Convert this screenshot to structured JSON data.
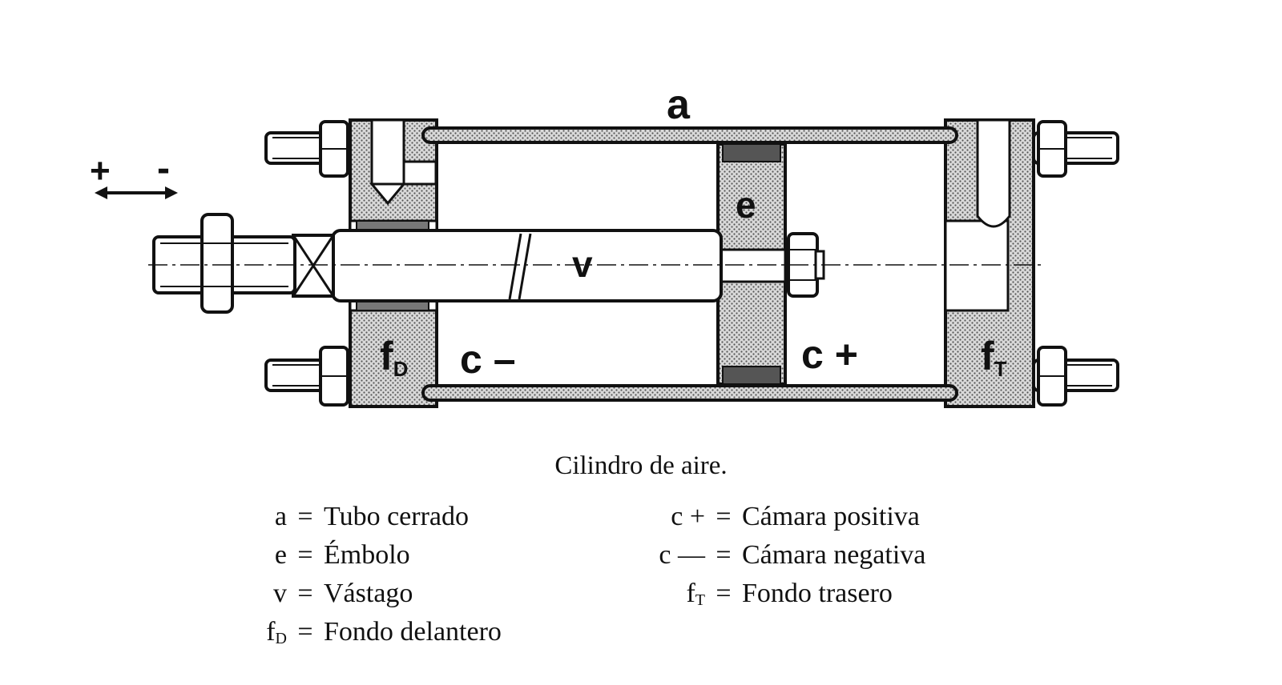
{
  "diagram": {
    "labels": {
      "a": "a",
      "e": "e",
      "v": "v",
      "c_minus": "c –",
      "c_plus": "c +",
      "f_d_base": "f",
      "f_d_sub": "D",
      "f_t_base": "f",
      "f_t_sub": "T",
      "direction_plus": "+",
      "direction_minus": "-"
    },
    "colors": {
      "ink": "#111111",
      "hatch_fill": "#cfcfcf",
      "background": "#ffffff"
    }
  },
  "caption": "Cilindro de aire.",
  "legend": {
    "left": [
      {
        "symbol": "a",
        "sub": "",
        "eq": "=",
        "text": "Tubo cerrado"
      },
      {
        "symbol": "e",
        "sub": "",
        "eq": "=",
        "text": "Émbolo"
      },
      {
        "symbol": "v",
        "sub": "",
        "eq": "=",
        "text": "Vástago"
      },
      {
        "symbol": "f",
        "sub": "D",
        "eq": "=",
        "text": "Fondo delantero"
      }
    ],
    "right": [
      {
        "symbol": "c +",
        "sub": "",
        "eq": "=",
        "text": "Cámara positiva"
      },
      {
        "symbol": "c —",
        "sub": "",
        "eq": "=",
        "text": "Cámara negativa"
      },
      {
        "symbol": "f",
        "sub": "T",
        "eq": "=",
        "text": "Fondo trasero"
      }
    ]
  }
}
